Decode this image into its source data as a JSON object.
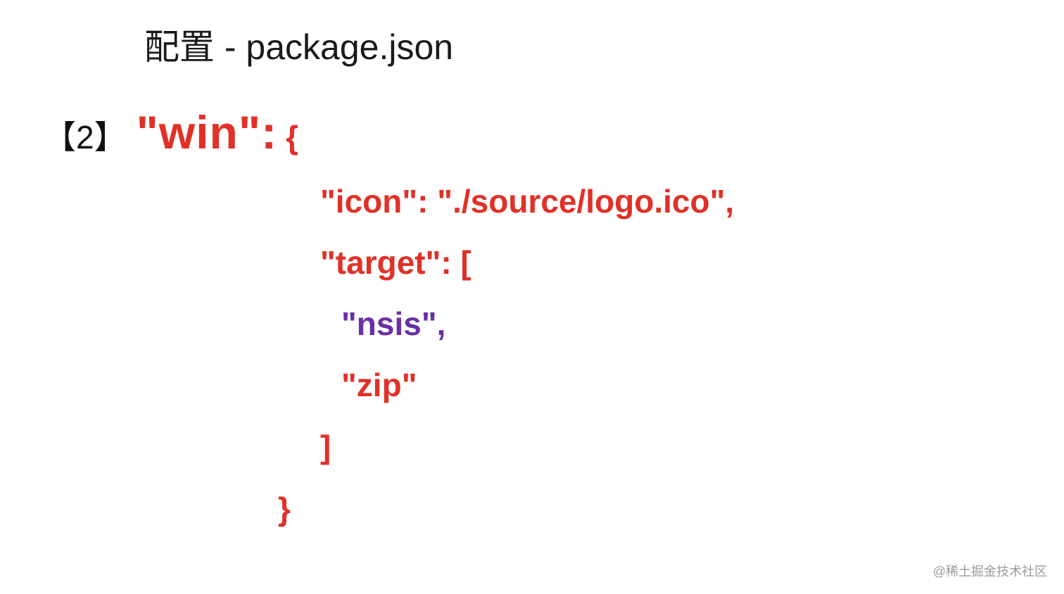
{
  "slide": {
    "title": "配置 - package.json",
    "step_marker": "【2】",
    "key": "\"win\":",
    "open_brace": "{",
    "lines": {
      "icon": "\"icon\": \"./source/logo.ico\",",
      "target": "\"target\": [",
      "nsis": "\"nsis\",",
      "zip": "\"zip\"",
      "close_bracket": "]",
      "close_brace": "}"
    }
  },
  "colors": {
    "key_red": "#e03127",
    "value_purple": "#6a2fa5",
    "title_text": "#1a1a1a"
  },
  "watermark": "@稀土掘金技术社区"
}
